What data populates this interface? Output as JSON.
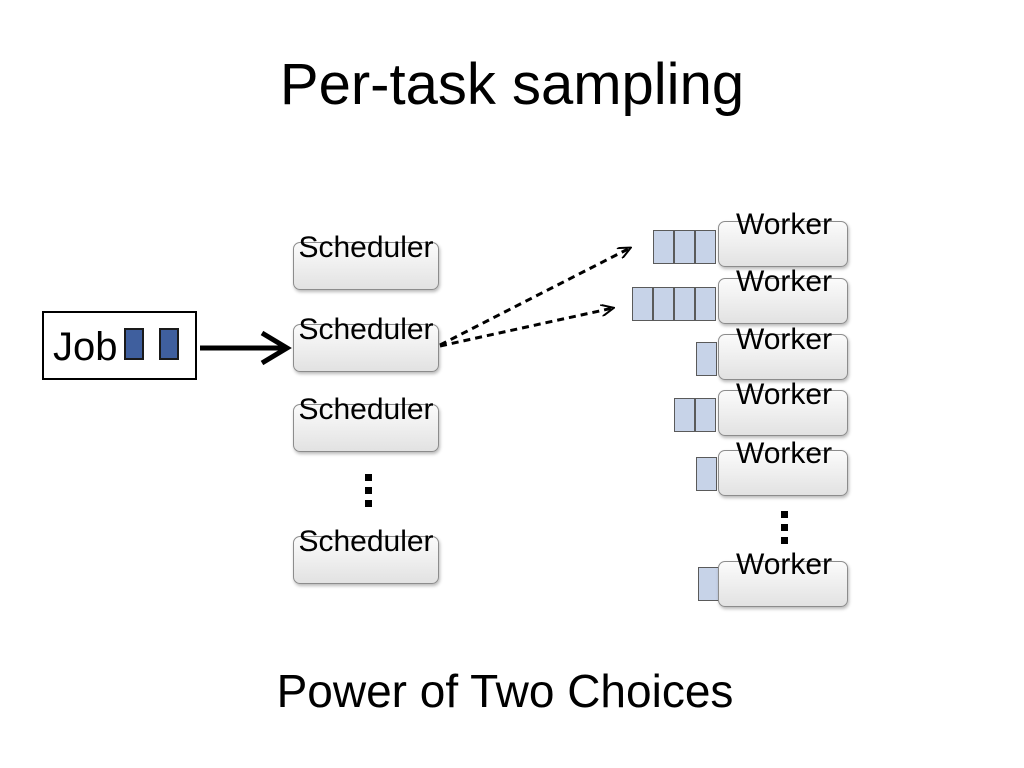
{
  "slide": {
    "title": "Per-task sampling",
    "subtitle": "Power of Two Choices"
  },
  "job": {
    "label": "Job",
    "task_count": 2
  },
  "schedulers": [
    {
      "label": "Scheduler"
    },
    {
      "label": "Scheduler"
    },
    {
      "label": "Scheduler"
    },
    {
      "label": "Scheduler"
    }
  ],
  "workers": [
    {
      "label": "Worker",
      "queue_length": 3,
      "probed": true
    },
    {
      "label": "Worker",
      "queue_length": 4,
      "probed": true
    },
    {
      "label": "Worker",
      "queue_length": 1,
      "probed": false
    },
    {
      "label": "Worker",
      "queue_length": 2,
      "probed": false
    },
    {
      "label": "Worker",
      "queue_length": 1,
      "probed": false
    },
    {
      "label": "Worker",
      "queue_length": 1,
      "probed": false
    }
  ],
  "colors": {
    "task": "#3f5f9e",
    "queue_slot": "#c7d3e8"
  }
}
